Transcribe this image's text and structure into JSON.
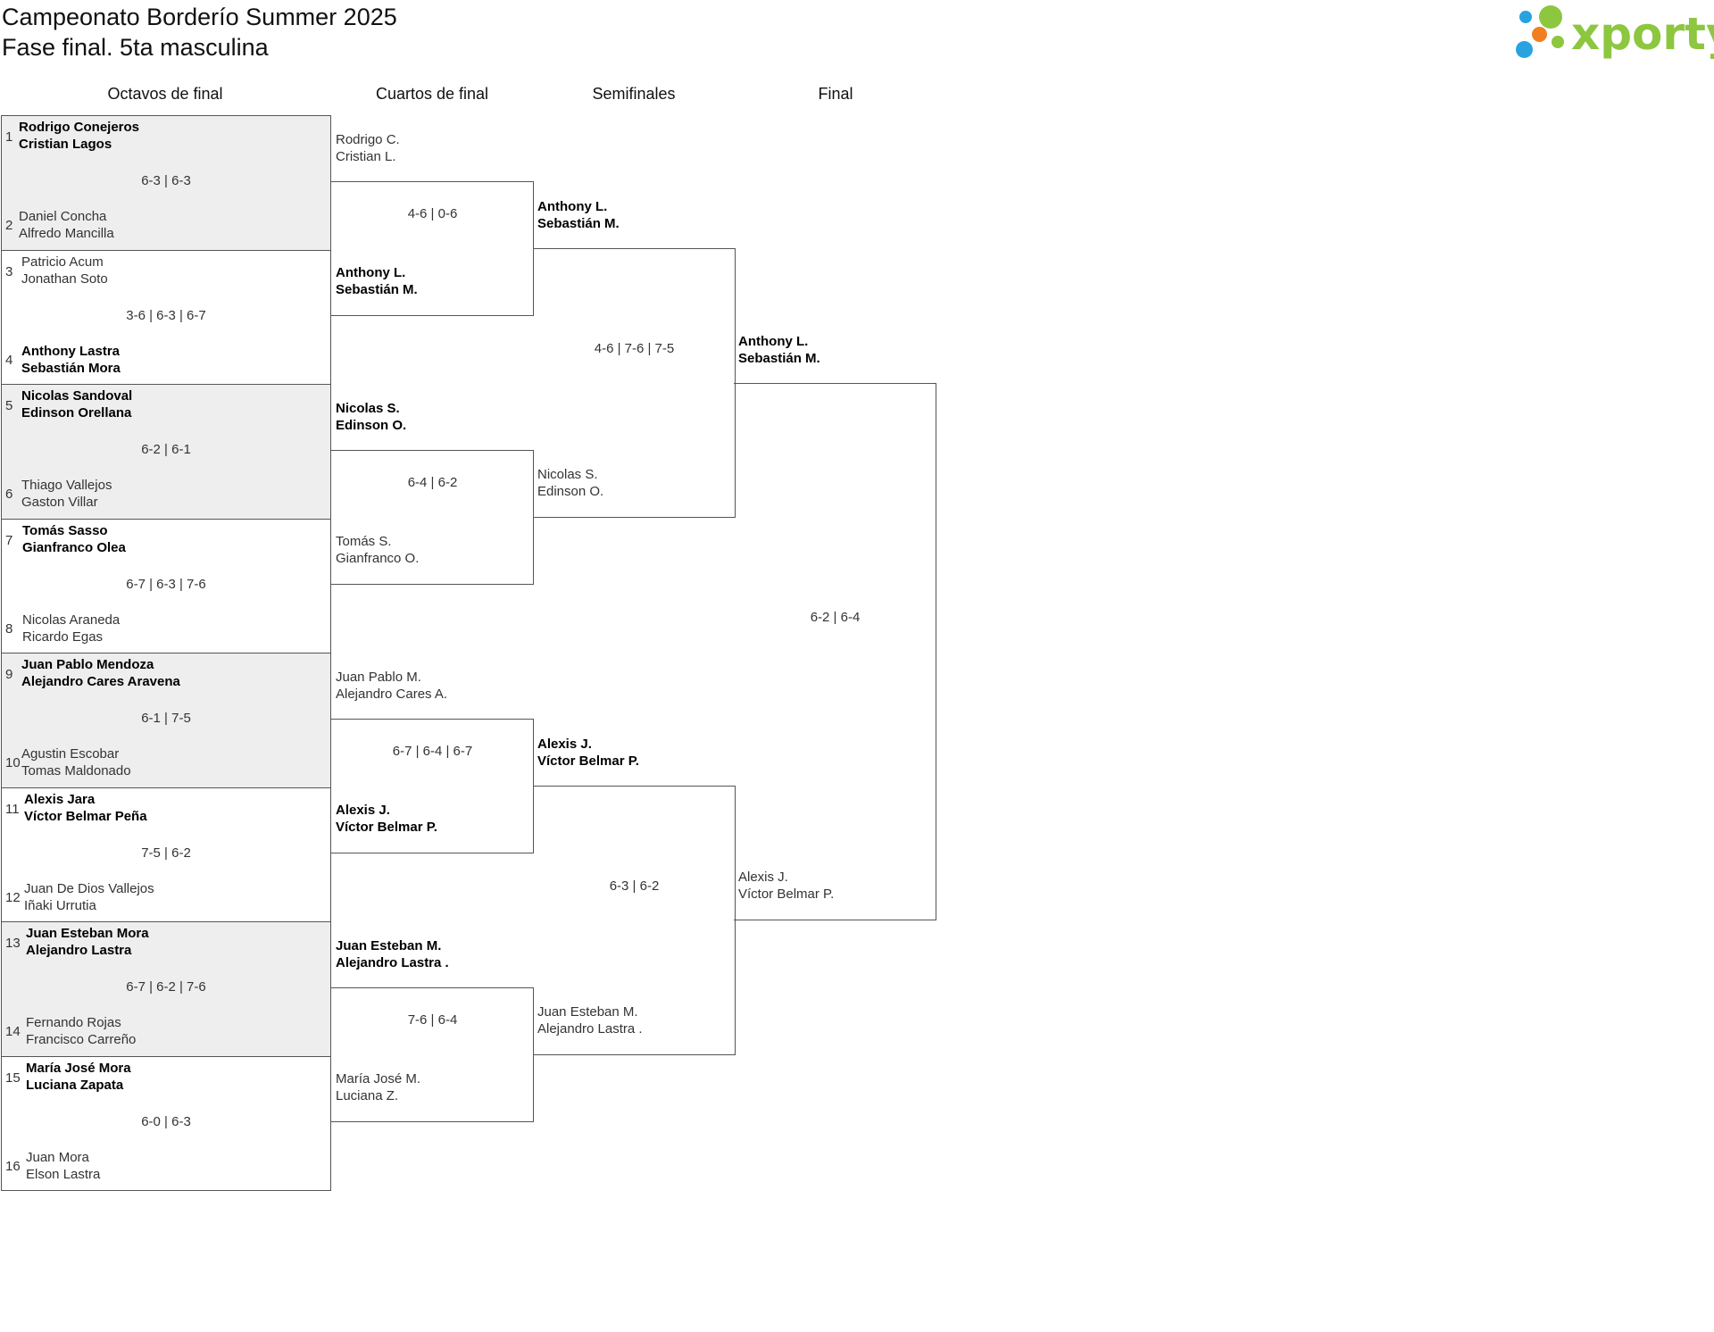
{
  "header": {
    "title_line1": "Campeonato Borderío Summer 2025",
    "title_line2": "Fase final. 5ta masculina",
    "logo_text": "xporty"
  },
  "rounds": {
    "r16": "Octavos de final",
    "qf": "Cuartos de final",
    "sf": "Semifinales",
    "final": "Final"
  },
  "r16": [
    {
      "seed_top": "1",
      "top": [
        "Rodrigo Conejeros",
        "Cristian Lagos"
      ],
      "seed_bottom": "2",
      "bottom": [
        "Daniel Concha",
        "Alfredo Mancilla"
      ],
      "score": "6-3 | 6-3",
      "winner": "top"
    },
    {
      "seed_top": "3",
      "top": [
        "Patricio Acum",
        "Jonathan Soto"
      ],
      "seed_bottom": "4",
      "bottom": [
        "Anthony Lastra",
        "Sebastián Mora"
      ],
      "score": "3-6 | 6-3 | 6-7",
      "winner": "bottom"
    },
    {
      "seed_top": "5",
      "top": [
        "Nicolas Sandoval",
        "Edinson Orellana"
      ],
      "seed_bottom": "6",
      "bottom": [
        "Thiago Vallejos",
        "Gaston Villar"
      ],
      "score": "6-2 | 6-1",
      "winner": "top"
    },
    {
      "seed_top": "7",
      "top": [
        "Tomás Sasso",
        "Gianfranco Olea"
      ],
      "seed_bottom": "8",
      "bottom": [
        "Nicolas Araneda",
        "Ricardo Egas"
      ],
      "score": "6-7 | 6-3 | 7-6",
      "winner": "top"
    },
    {
      "seed_top": "9",
      "top": [
        "Juan Pablo Mendoza",
        "Alejandro Cares Aravena"
      ],
      "seed_bottom": "10",
      "bottom": [
        "Agustin Escobar",
        "Tomas Maldonado"
      ],
      "score": "6-1 | 7-5",
      "winner": "top"
    },
    {
      "seed_top": "11",
      "top": [
        "Alexis Jara",
        "Víctor Belmar Peña"
      ],
      "seed_bottom": "12",
      "bottom": [
        "Juan De Dios Vallejos",
        "Iñaki Urrutia"
      ],
      "score": "7-5 | 6-2",
      "winner": "top"
    },
    {
      "seed_top": "13",
      "top": [
        "Juan Esteban Mora",
        "Alejandro Lastra"
      ],
      "seed_bottom": "14",
      "bottom": [
        "Fernando Rojas",
        "Francisco Carreño"
      ],
      "score": "6-7 | 6-2 | 7-6",
      "winner": "top"
    },
    {
      "seed_top": "15",
      "top": [
        "María José Mora",
        "Luciana Zapata"
      ],
      "seed_bottom": "16",
      "bottom": [
        "Juan Mora",
        "Elson Lastra"
      ],
      "score": "6-0 | 6-3",
      "winner": "top"
    }
  ],
  "qf": [
    {
      "top": [
        "Rodrigo C.",
        "Cristian L."
      ],
      "bottom": [
        "Anthony L.",
        "Sebastián M."
      ],
      "score": "4-6 | 0-6",
      "winner": "bottom"
    },
    {
      "top": [
        "Nicolas S.",
        "Edinson O."
      ],
      "bottom": [
        "Tomás S.",
        "Gianfranco O."
      ],
      "score": "6-4 | 6-2",
      "winner": "top"
    },
    {
      "top": [
        "Juan Pablo M.",
        "Alejandro Cares A."
      ],
      "bottom": [
        "Alexis J.",
        "Víctor Belmar P."
      ],
      "score": "6-7 | 6-4 | 6-7",
      "winner": "bottom"
    },
    {
      "top": [
        "Juan Esteban M.",
        "Alejandro Lastra ."
      ],
      "bottom": [
        "María José M.",
        "Luciana Z."
      ],
      "score": "7-6 | 6-4",
      "winner": "top"
    }
  ],
  "sf": [
    {
      "top": [
        "Anthony L.",
        "Sebastián M."
      ],
      "bottom": [
        "Nicolas S.",
        "Edinson O."
      ],
      "score": "4-6 | 7-6 | 7-5",
      "winner": "top"
    },
    {
      "top": [
        "Alexis J.",
        "Víctor Belmar P."
      ],
      "bottom": [
        "Juan Esteban M.",
        "Alejandro Lastra ."
      ],
      "score": "6-3 | 6-2",
      "winner": "top"
    }
  ],
  "final": {
    "top": [
      "Anthony L.",
      "Sebastián M."
    ],
    "bottom": [
      "Alexis J.",
      "Víctor Belmar P."
    ],
    "score": "6-2 | 6-4",
    "winner": "top"
  }
}
